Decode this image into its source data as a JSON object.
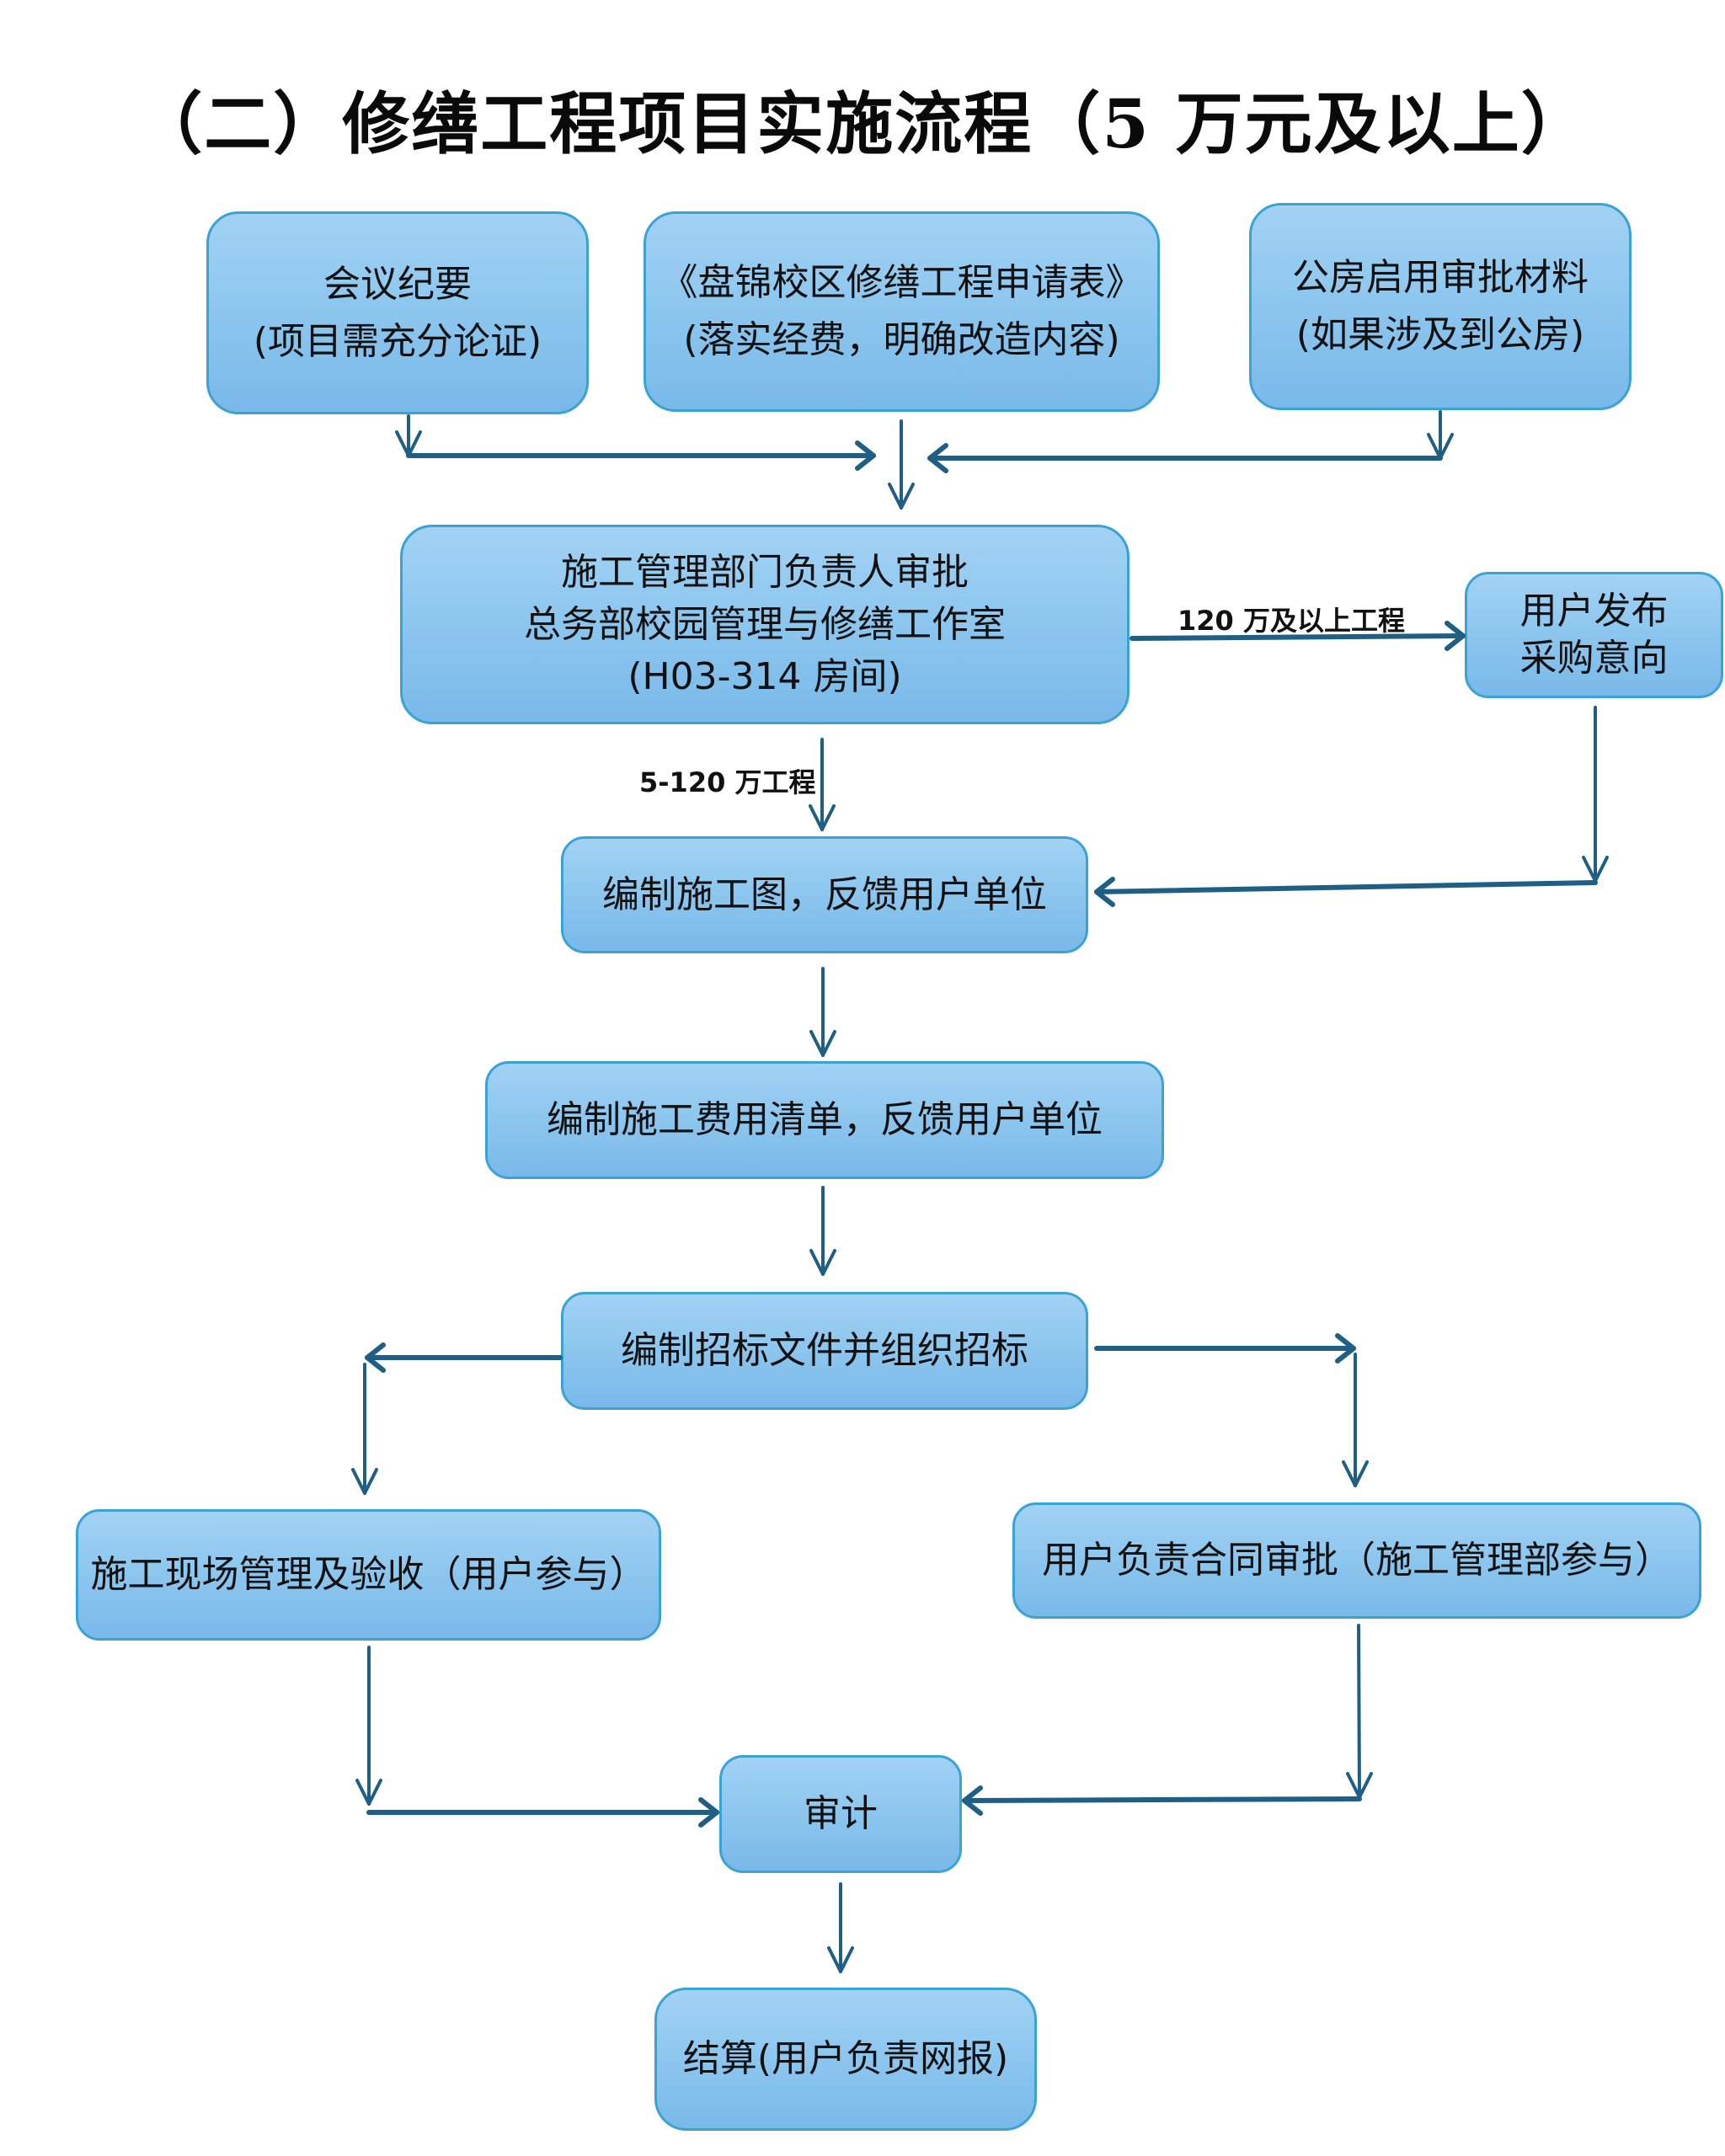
{
  "title": "（二）修缮工程项目实施流程（5 万元及以上）",
  "nodes": {
    "meeting_minutes": {
      "line1": "会议纪要",
      "line2": "(项目需充分论证)"
    },
    "application_form": {
      "line1": "《盘锦校区修缮工程申请表》",
      "line2": "(落实经费，明确改造内容)"
    },
    "public_housing": {
      "line1": "公房启用审批材料",
      "line2": "(如果涉及到公房)"
    },
    "dept_approval": {
      "line1": "施工管理部门负责人审批",
      "line2": "总务部校园管理与修缮工作室",
      "line3": "(H03-314 房间)"
    },
    "purchase_intent": {
      "line1": "用户发布",
      "line2": "采购意向"
    },
    "construction_drawing": {
      "line1": "编制施工图，反馈用户单位"
    },
    "cost_list": {
      "line1": "编制施工费用清单，反馈用户单位"
    },
    "bidding": {
      "line1": "编制招标文件并组织招标"
    },
    "site_management": {
      "line1": "施工现场管理及验收（用户参与）"
    },
    "contract_approval": {
      "line1": "用户负责合同审批（施工管理部参与）"
    },
    "audit": {
      "line1": "审计"
    },
    "settlement": {
      "line1": "结算(用户负责网报)"
    }
  },
  "edge_labels": {
    "over_120": "120 万及以上工程",
    "range_5_120": "5-120 万工程"
  },
  "colors": {
    "node_border": "#3aa3d6",
    "node_fill_top": "#a2d2f4",
    "node_fill_bottom": "#79b9e9",
    "arrow": "#1f5f85"
  }
}
